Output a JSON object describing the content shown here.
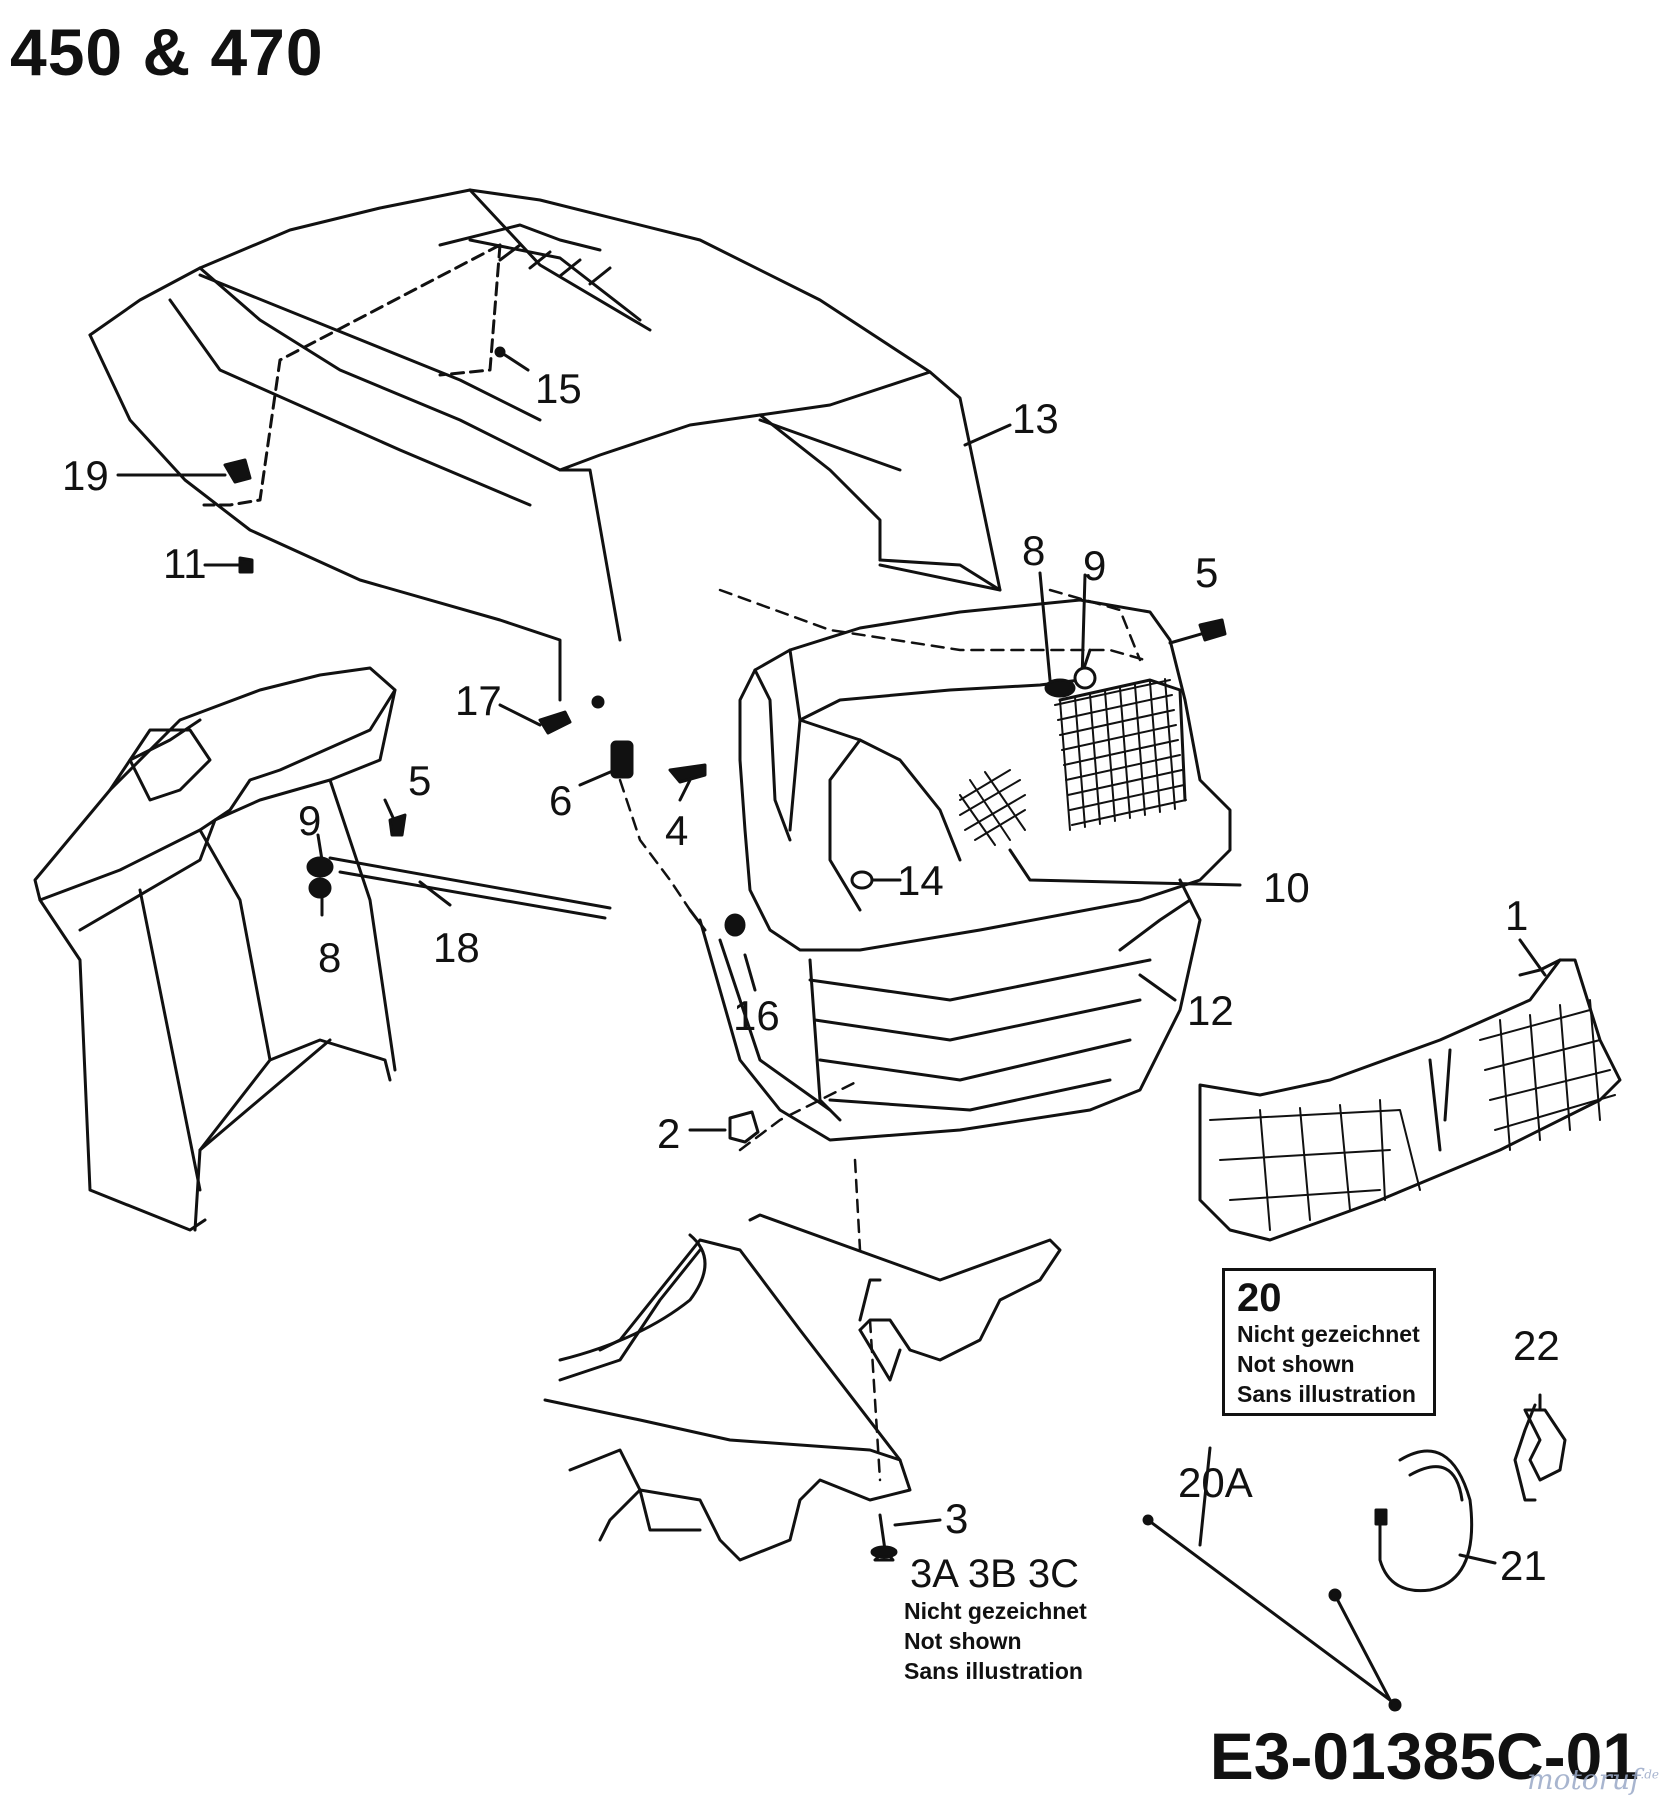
{
  "title": "450 & 470",
  "drawing_code": "E3-01385C-01",
  "watermark": {
    "text": "motoruf",
    "suffix": ".de"
  },
  "callouts": {
    "c1": "1",
    "c2": "2",
    "c3": "3",
    "c4": "4",
    "c5a": "5",
    "c5b": "5",
    "c6": "6",
    "c8a": "8",
    "c8b": "8",
    "c9a": "9",
    "c9b": "9",
    "c10": "10",
    "c11": "11",
    "c12": "12",
    "c13": "13",
    "c14": "14",
    "c15": "15",
    "c16": "16",
    "c17": "17",
    "c18": "18",
    "c19": "19",
    "c20a": "20A",
    "c21": "21",
    "c22": "22"
  },
  "note_box": {
    "number": "20",
    "lines": [
      "Nicht gezeichnet",
      "Not shown",
      "Sans  illustration"
    ]
  },
  "note_3abc": {
    "heading": "3A 3B 3C",
    "lines": [
      "Nicht gezeichnet",
      "Not shown",
      "Sans  illustration"
    ]
  }
}
